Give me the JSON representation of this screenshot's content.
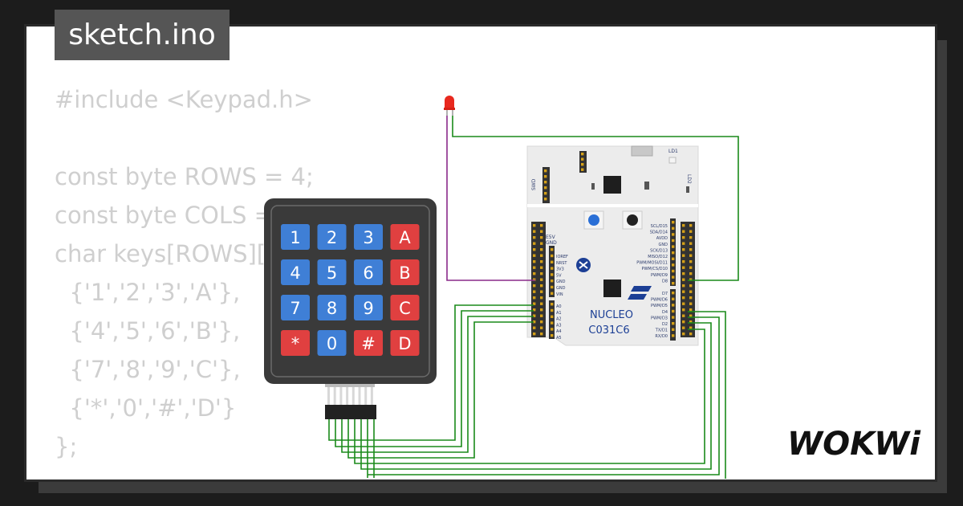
{
  "tab": {
    "filename": "sketch.ino"
  },
  "code": {
    "lines": [
      "#include <Keypad.h>",
      "",
      "const byte ROWS = 4;",
      "const byte COLS = 4;",
      "char keys[ROWS][COLS] = {",
      "  {'1','2','3','A'},",
      "  {'4','5','6','B'},",
      "  {'7','8','9','C'},",
      "  {'*','0','#','D'}",
      "};"
    ]
  },
  "keypad": {
    "keys": [
      [
        {
          "label": "1",
          "type": "num"
        },
        {
          "label": "2",
          "type": "num"
        },
        {
          "label": "3",
          "type": "num"
        },
        {
          "label": "A",
          "type": "fn"
        }
      ],
      [
        {
          "label": "4",
          "type": "num"
        },
        {
          "label": "5",
          "type": "num"
        },
        {
          "label": "6",
          "type": "num"
        },
        {
          "label": "B",
          "type": "fn"
        }
      ],
      [
        {
          "label": "7",
          "type": "num"
        },
        {
          "label": "8",
          "type": "num"
        },
        {
          "label": "9",
          "type": "num"
        },
        {
          "label": "C",
          "type": "fn"
        }
      ],
      [
        {
          "label": "*",
          "type": "fn"
        },
        {
          "label": "0",
          "type": "num"
        },
        {
          "label": "#",
          "type": "fn"
        },
        {
          "label": "D",
          "type": "fn"
        }
      ]
    ],
    "colors": {
      "body": "#3a3a3a",
      "num": "#3f7fd6",
      "fn": "#e04040",
      "key_text": "#ffffff"
    }
  },
  "board": {
    "name_line1": "NUCLEO",
    "name_line2": "C031C6",
    "header_top_label": "SWD",
    "ld1_label": "LD1",
    "ld2_label": "LD2",
    "left_power_labels": [
      "IOREF",
      "NRST",
      "3V3",
      "5V",
      "GND",
      "GND",
      "VIN"
    ],
    "left_analog_labels": [
      "A0",
      "A1",
      "A2",
      "A3",
      "A4",
      "A5"
    ],
    "e5v_labels": [
      "E5V",
      "GND"
    ],
    "right_labels_upper": [
      "SCL/D15",
      "SDA/D14",
      "AVDD",
      "GND",
      "SCK/D13",
      "MISO/D12",
      "PWM/MOSI/D11",
      "PWM/CS/D10",
      "PWM/D9",
      "D8"
    ],
    "right_labels_lower": [
      "D7",
      "PWM/D6",
      "PWM/D5",
      "D4",
      "PWM/D3",
      "D2",
      "TX/D1",
      "RX/D0"
    ],
    "colors": {
      "board": "#e9e9e9",
      "text": "#2b3a6b",
      "header": "#333333"
    }
  },
  "wires": {
    "green": "#1a8a1a",
    "purple": "#8a2a8a"
  },
  "logo": {
    "text": "WOKWi"
  }
}
